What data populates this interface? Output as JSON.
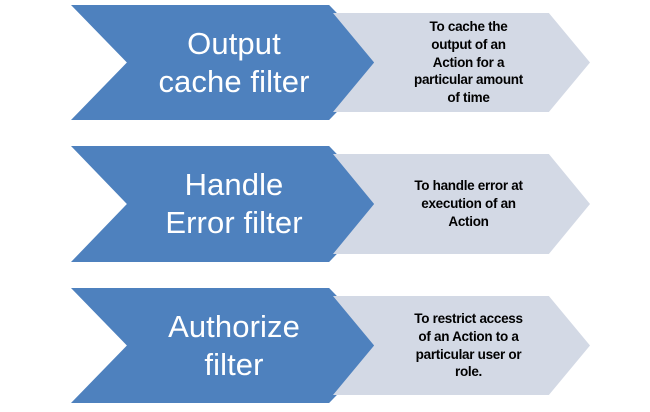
{
  "diagram": {
    "type": "chevron-pair-list",
    "background_color": "#ffffff",
    "primary_color": "#4e81be",
    "primary_text_color": "#ffffff",
    "secondary_color": "#d3d9e5",
    "secondary_text_color": "#010101",
    "rows": [
      {
        "title": "Output\ncache filter",
        "description": "To cache the\noutput of an\nAction for a\nparticular amount\nof time"
      },
      {
        "title": "Handle\nError filter",
        "description": "To handle error at\nexecution of an\nAction"
      },
      {
        "title": "Authorize\nfilter",
        "description": "To restrict access\nof an Action to a\nparticular user or\nrole."
      }
    ]
  }
}
